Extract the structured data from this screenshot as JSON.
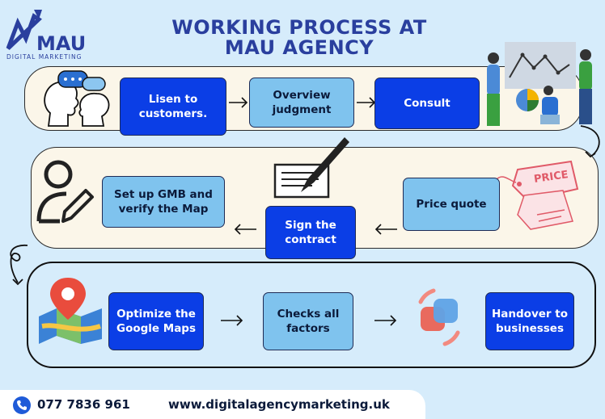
{
  "title": {
    "line1": "WORKING PROCESS AT",
    "line2": "MAU AGENCY"
  },
  "logo": {
    "text": "MAU",
    "subtitle": "DIGITAL MARKETING"
  },
  "steps": [
    {
      "label": "Lisen to customers."
    },
    {
      "label": "Overview judgment"
    },
    {
      "label": "Consult"
    },
    {
      "label": "Price quote"
    },
    {
      "label": "Sign the contract"
    },
    {
      "label": "Set up GMB and verify the Map"
    },
    {
      "label": "Optimize the Google Maps"
    },
    {
      "label": "Checks all factors"
    },
    {
      "label": "Handover to businesses"
    }
  ],
  "price_tag": {
    "text": "PRICE"
  },
  "footer": {
    "phone": "077 7836 961",
    "website": "www.digitalagencymarketing.uk"
  },
  "colors": {
    "title": "#2a3f9e",
    "dark_box": "#0b3ee6",
    "light_box": "#7fc3ee",
    "row_bg": "#fbf6e9",
    "background": "#d6ecfb"
  }
}
